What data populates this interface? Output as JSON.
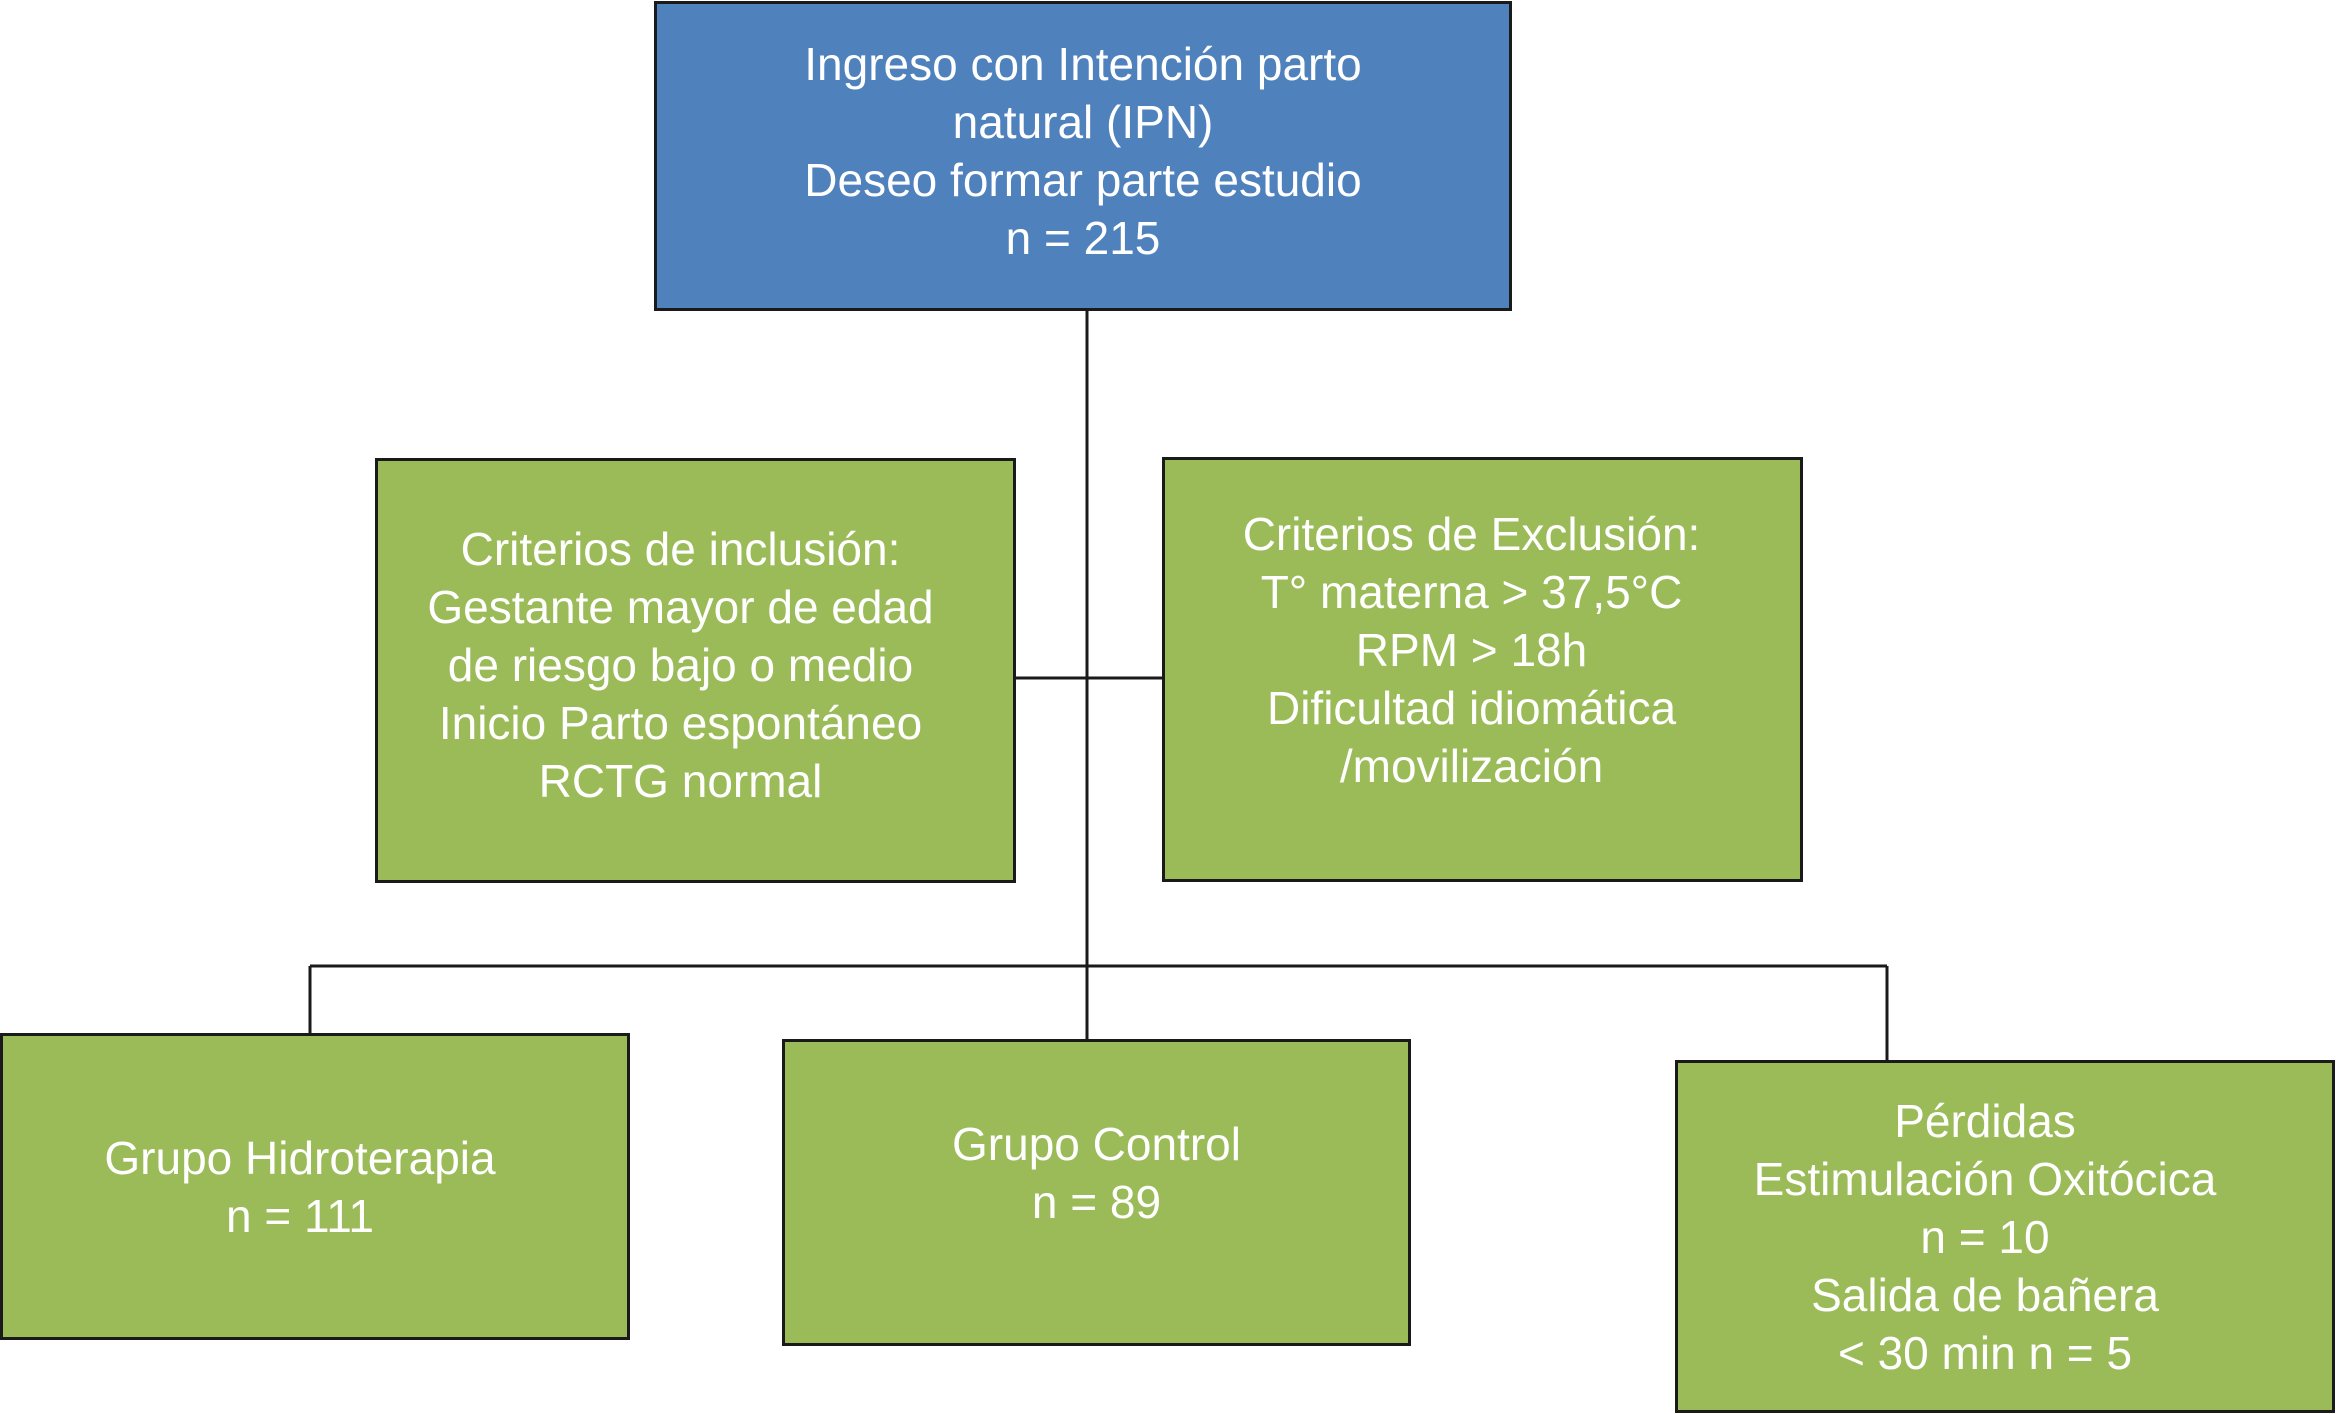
{
  "colors": {
    "top_fill": "#4f81bd",
    "box_fill": "#9bbb59",
    "border": "#1a1a1a",
    "text": "#ffffff"
  },
  "top": {
    "lines": [
      "Ingreso con Intención parto",
      "natural (IPN)",
      "Deseo formar parte estudio",
      "n = 215"
    ]
  },
  "inclusion": {
    "lines": [
      "Criterios de inclusión:",
      "Gestante mayor de edad",
      "de riesgo bajo o medio",
      "Inicio Parto espontáneo",
      "RCTG normal"
    ]
  },
  "exclusion": {
    "lines": [
      "Criterios de Exclusión:",
      "T° materna > 37,5°C",
      "RPM > 18h",
      "Dificultad idiomática",
      "/movilización"
    ]
  },
  "hidroterapia": {
    "lines": [
      "Grupo Hidroterapia",
      "n = 111"
    ]
  },
  "control": {
    "lines": [
      "Grupo Control",
      "n = 89"
    ]
  },
  "perdidas": {
    "lines": [
      "Pérdidas",
      "Estimulación Oxitócica",
      "n = 10",
      "Salida de bañera",
      "< 30 min n = 5"
    ]
  }
}
